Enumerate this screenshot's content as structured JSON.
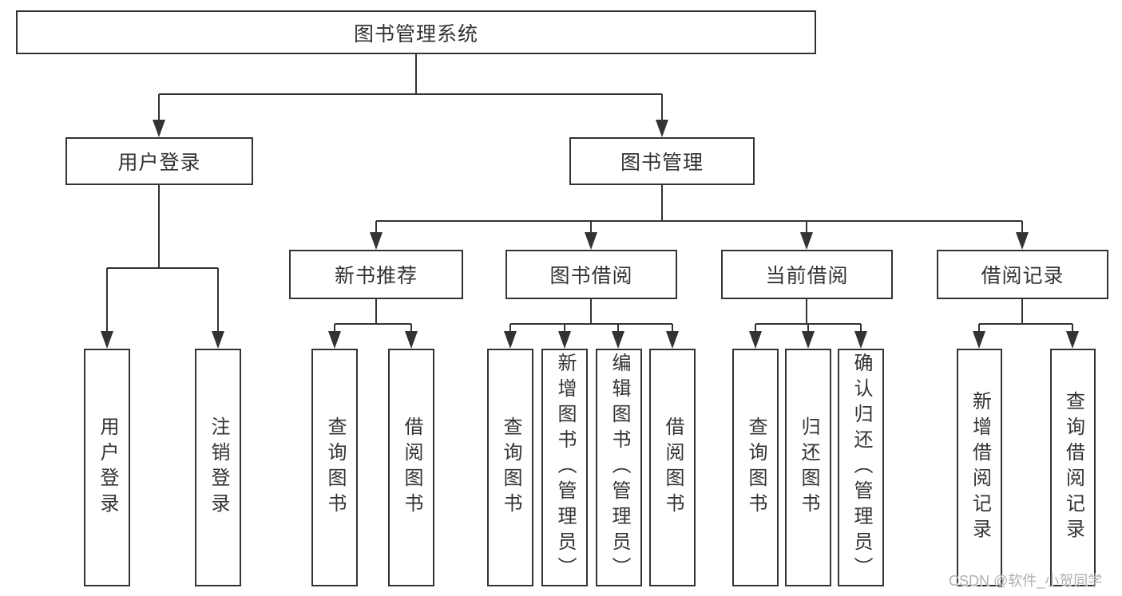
{
  "diagram_type": "hierarchy-tree",
  "tree": {
    "label": "图书管理系统",
    "children": [
      {
        "label": "用户登录",
        "children": [
          {
            "label": "用户登录"
          },
          {
            "label": "注销登录"
          }
        ]
      },
      {
        "label": "图书管理",
        "children": [
          {
            "label": "新书推荐",
            "children": [
              {
                "label": "查询图书"
              },
              {
                "label": "借阅图书"
              }
            ]
          },
          {
            "label": "图书借阅",
            "children": [
              {
                "label": "查询图书"
              },
              {
                "label": "新增图书（管理员）"
              },
              {
                "label": "编辑图书（管理员）"
              },
              {
                "label": "借阅图书"
              }
            ]
          },
          {
            "label": "当前借阅",
            "children": [
              {
                "label": "查询图书"
              },
              {
                "label": "归还图书"
              },
              {
                "label": "确认归还（管理员）"
              }
            ]
          },
          {
            "label": "借阅记录",
            "children": [
              {
                "label": "新增借阅记录"
              },
              {
                "label": "查询借阅记录"
              }
            ]
          }
        ]
      }
    ]
  },
  "watermark": {
    "text": "CSDN @软件_小贺同学"
  },
  "colors": {
    "line": "#333333",
    "box_border": "#333333",
    "text": "#333333",
    "background": "#ffffff",
    "watermark": "#acacac"
  }
}
